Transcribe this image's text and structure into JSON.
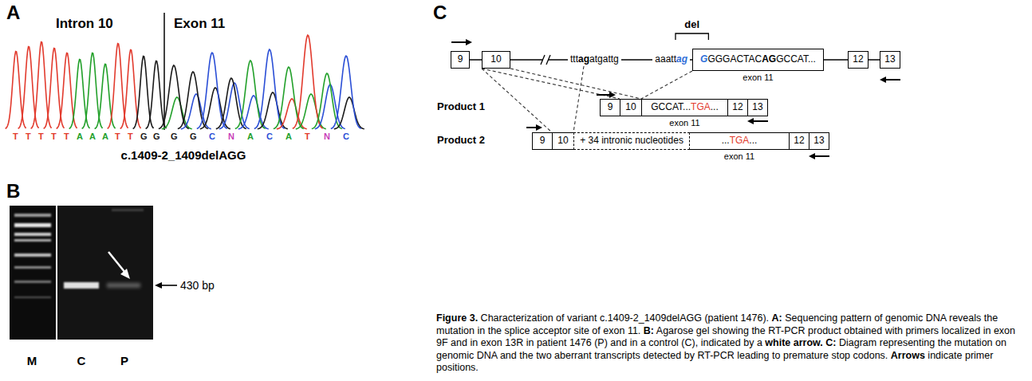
{
  "diagram": {
    "caption": "Figure 3. Characterization of variant c.1409-2_1409delAGG (patient 1476). A: Sequencing pattern of genomic DNA reveals the mutation in the splice acceptor site of exon 11. B: Agarose gel showing the RT-PCR product obtained with primers localized in exon 9F and in exon 13R in patient 1476 (P) and in a control (C), indicated by a white arrow. C: Diagram representing the mutation on genomic DNA and the two aberrant transcripts detected by RT-PCR leading to premature stop codons. Arrows indicate primer positions.",
    "nodes": [
      {
        "text": [
          "9"
        ]
      },
      {
        "text": [
          "10"
        ]
      },
      {
        "text": [
          "GGGGACTACAGGCCAT...",
          "exon 11"
        ]
      },
      {
        "text": [
          "12"
        ]
      },
      {
        "text": [
          "13"
        ]
      },
      {
        "text": [
          "9"
        ]
      },
      {
        "text": [
          "10"
        ]
      },
      {
        "text": [
          "GCCAT...TGA...",
          "exon 11"
        ]
      },
      {
        "text": [
          "12"
        ]
      },
      {
        "text": [
          "13"
        ]
      },
      {
        "text": [
          "9"
        ]
      },
      {
        "text": [
          "10"
        ]
      },
      {
        "text": [
          "+ 34 intronic nucleotides"
        ]
      },
      {
        "text": [
          "...TGA...",
          "exon 11"
        ]
      },
      {
        "text": [
          "12"
        ]
      },
      {
        "text": [
          "13"
        ]
      }
    ],
    "edges": [
      {
        "from": 0,
        "to": 1,
        "arrow": "none"
      },
      {
        "from": 1,
        "to": 2,
        "arrow": "none"
      },
      {
        "from": 2,
        "to": 3,
        "arrow": "none"
      },
      {
        "from": 3,
        "to": 4,
        "arrow": "none"
      },
      {
        "from": 1,
        "to": 6,
        "arrow": "none"
      },
      {
        "from": 1,
        "to": 11,
        "arrow": "none"
      },
      {
        "from": 1,
        "to": 7,
        "arrow": "none"
      },
      {
        "from": 2,
        "to": 7,
        "arrow": "none"
      }
    ],
    "labels": [
      "A",
      "Intron 10",
      "Exon 11",
      "T T T T T A A A T T G G G G C N A C A T N C",
      "c.1409-2_1409delAGG",
      "B",
      "430 bp",
      "M",
      "C",
      "P",
      "C",
      "del",
      "tttagatgattg",
      "aaattag",
      "Product 1",
      "Product 2"
    ]
  }
}
